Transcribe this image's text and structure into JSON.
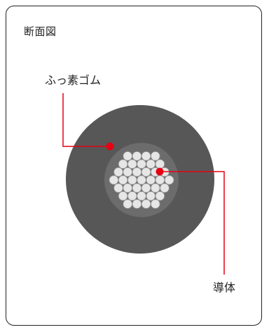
{
  "diagram": {
    "title": "断面図",
    "labels": {
      "outer": "ふっ素ゴム",
      "inner": "導体"
    },
    "colors": {
      "jacket": "#575757",
      "conductor_bg": "#6c6c6c",
      "strand_fill": "#e6e6e6",
      "strand_stroke": "#9a9a9a",
      "leader": "#e60012",
      "border": "#222222"
    }
  }
}
